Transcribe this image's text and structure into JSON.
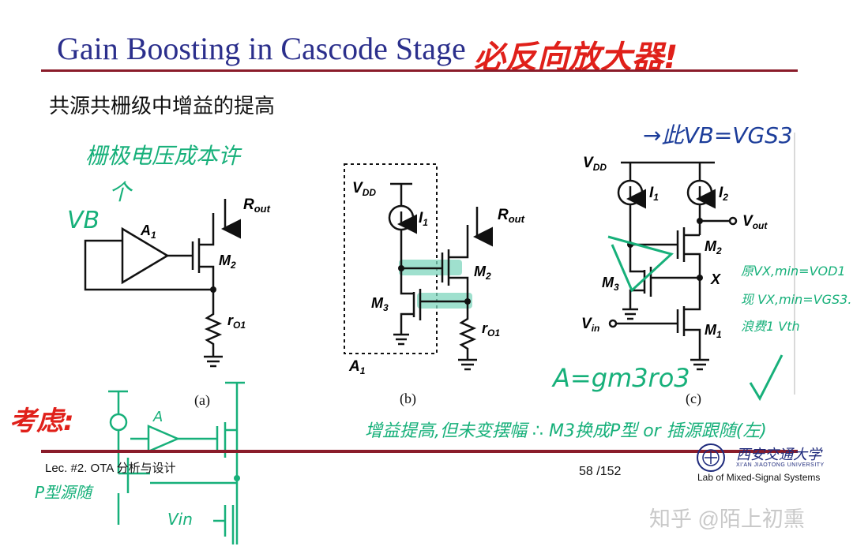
{
  "slide": {
    "title": "Gain Boosting in Cascode Stage",
    "subtitle": "共源共栅级中增益的提高",
    "captions": {
      "a": "(a)",
      "b": "(b)",
      "c": "(c)"
    }
  },
  "footer": {
    "lecture": "Lec. #2. OTA 分析与设计",
    "page": "58 /152",
    "lab": "Lab of Mixed-Signal Systems",
    "university_cn": "西安交通大学",
    "university_en": "XI'AN JIAOTONG UNIVERSITY"
  },
  "watermark": "知乎 @陌上初熏",
  "circuit_labels": {
    "a": {
      "amp": "A",
      "amp_sub": "1",
      "rout": "R",
      "rout_sub": "out",
      "m2": "M",
      "m2_sub": "2",
      "ro1": "r",
      "ro1_sub": "O1"
    },
    "b": {
      "vdd": "V",
      "vdd_sub": "DD",
      "i1": "I",
      "i1_sub": "1",
      "rout": "R",
      "rout_sub": "out",
      "m2": "M",
      "m2_sub": "2",
      "m3": "M",
      "m3_sub": "3",
      "ro1": "r",
      "ro1_sub": "O1",
      "a1": "A",
      "a1_sub": "1"
    },
    "c": {
      "vdd": "V",
      "vdd_sub": "DD",
      "i1": "I",
      "i1_sub": "1",
      "i2": "I",
      "i2_sub": "2",
      "vout": "V",
      "vout_sub": "out",
      "m2": "M",
      "m2_sub": "2",
      "m3": "M",
      "m3_sub": "3",
      "x": "X",
      "vin": "V",
      "vin_sub": "in",
      "m1": "M",
      "m1_sub": "1"
    }
  },
  "annotations": {
    "title_note": "必反向放大器!",
    "grid_note": "栅极电压成本许",
    "grid_note_2": "个",
    "vb_note": "VB",
    "top_right_note": "→此VB=VGS3",
    "swing_note_1": "原VX,min=VOD1",
    "swing_note_2": "现 VX,min=VGS3.",
    "swing_note_3": "浪费1 Vth",
    "gain_note": "A=gm3ro3",
    "bottom_note": "增益提高,但未变摆幅 ∴ M3换成P型 or 插源跟随(左)",
    "left_note": "考虑:",
    "left_note_2": "P型源随",
    "sketch_amp": "A",
    "sketch_vin": "Vin",
    "sketch_i": "①"
  },
  "colors": {
    "title": "#2b2f8c",
    "rule": "#8a1c2a",
    "red_ink": "#e0201a",
    "green_ink": "#17b07a",
    "blue_ink": "#1c3d9a",
    "highlight": "#7fd6bd"
  }
}
